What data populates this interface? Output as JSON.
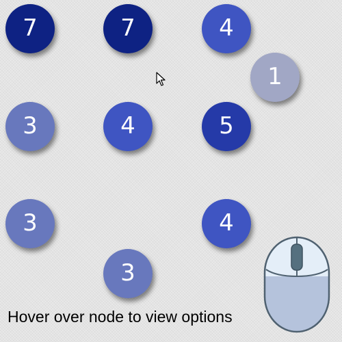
{
  "hint": {
    "text": "Hover over node to view options"
  },
  "nodes": [
    {
      "value": "7",
      "color": "#0e2283"
    },
    {
      "value": "7",
      "color": "#0e2283"
    },
    {
      "value": "4",
      "color": "#3f55c2"
    },
    {
      "value": "1",
      "color": "#a1a7c5"
    },
    {
      "value": "3",
      "color": "#6878bd"
    },
    {
      "value": "4",
      "color": "#3f55c2"
    },
    {
      "value": "5",
      "color": "#253aa8"
    },
    {
      "value": "3",
      "color": "#6878bd"
    },
    {
      "value": "4",
      "color": "#3f55c2"
    },
    {
      "value": "3",
      "color": "#6878bd"
    }
  ],
  "icons": {
    "cursor": "arrow-cursor-icon",
    "mouse": "mouse-icon"
  }
}
